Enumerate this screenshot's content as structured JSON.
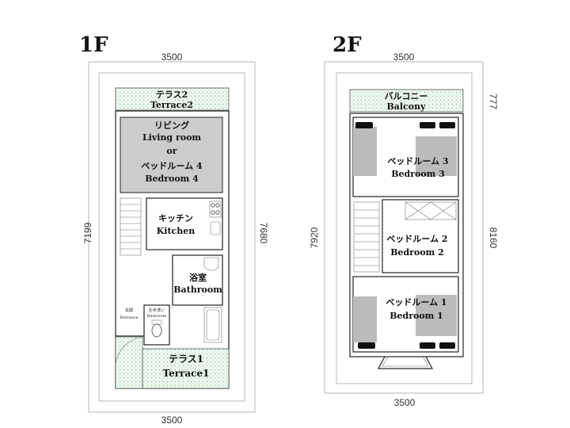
{
  "floors": [
    {
      "title": "1F",
      "dims": {
        "top": "3500",
        "bottom": "3500",
        "left": "7199",
        "right": "7680"
      },
      "rooms": {
        "terrace2": [
          "テラス2",
          "Terrace2"
        ],
        "living": [
          "リビング",
          "Living room",
          "or",
          "ベッドルーム 4",
          "Bedroom 4"
        ],
        "kitchen": [
          "キッチン",
          "Kitchen"
        ],
        "bathroom": [
          "浴室",
          "Bathroom"
        ],
        "terrace1": [
          "テラス1",
          "Terrace1"
        ],
        "entrance": [
          "玄関",
          "Entrance"
        ],
        "restroom": [
          "お手洗い",
          "Restroom"
        ]
      }
    },
    {
      "title": "2F",
      "dims": {
        "top": "3500",
        "bottom": "3500",
        "left": "7920",
        "right": "8160",
        "right_top": "777"
      },
      "rooms": {
        "balcony": [
          "バルコニー",
          "Balcony"
        ],
        "bedroom3": [
          "ベッドルーム 3",
          "Bedroom 3"
        ],
        "bedroom2": [
          "ベッドルーム 2",
          "Bedroom 2"
        ],
        "bedroom1": [
          "ベッドルーム 1",
          "Bedroom 1"
        ]
      }
    }
  ],
  "colors": {
    "gray_room": "#cccccc",
    "terrace_fill": "#e9f4ec",
    "terrace_dot": "#8fc39a",
    "wall": "#222222"
  }
}
